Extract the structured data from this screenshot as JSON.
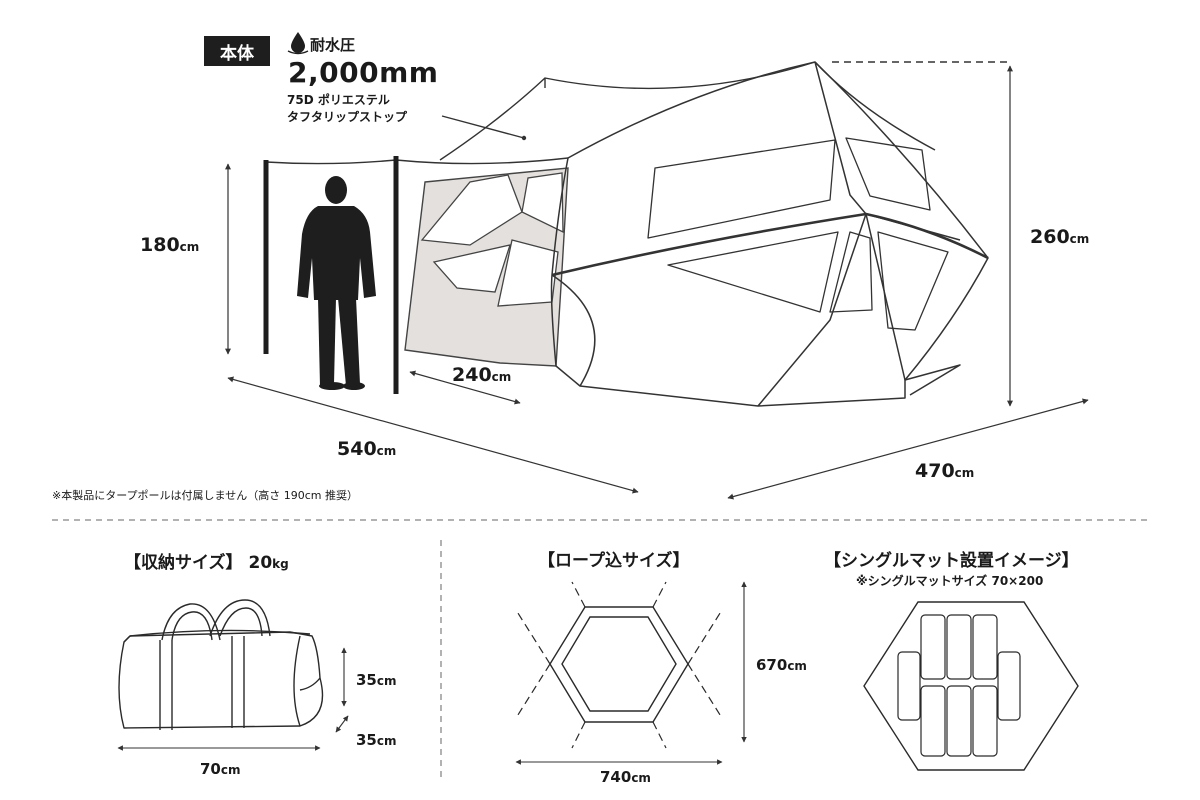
{
  "badge": "本体",
  "waterproof": {
    "label": "耐水圧",
    "icon": "water-drop-icon",
    "value": "2,000mm"
  },
  "fabric": {
    "line1": "75D ポリエステル",
    "line2": "タフタリップストップ"
  },
  "main_dimensions": {
    "height_pole": {
      "value": "180",
      "unit": "cm"
    },
    "depth_tarp": {
      "value": "240",
      "unit": "cm"
    },
    "length_total": {
      "value": "540",
      "unit": "cm"
    },
    "height_tent": {
      "value": "260",
      "unit": "cm"
    },
    "width_tent": {
      "value": "470",
      "unit": "cm"
    }
  },
  "note": "※本製品にタープポールは付属しません（高さ 190cm 推奨）",
  "storage": {
    "title": "【収納サイズ】",
    "weight_value": "20",
    "weight_unit": "kg",
    "height": {
      "value": "35",
      "unit": "cm"
    },
    "depth": {
      "value": "35",
      "unit": "cm"
    },
    "width": {
      "value": "70",
      "unit": "cm"
    }
  },
  "rope": {
    "title": "【ロープ込サイズ】",
    "height": {
      "value": "670",
      "unit": "cm"
    },
    "width": {
      "value": "740",
      "unit": "cm"
    }
  },
  "mat": {
    "title": "【シングルマット設置イメージ】",
    "subtitle": "※シングルマットサイズ 70×200"
  }
}
